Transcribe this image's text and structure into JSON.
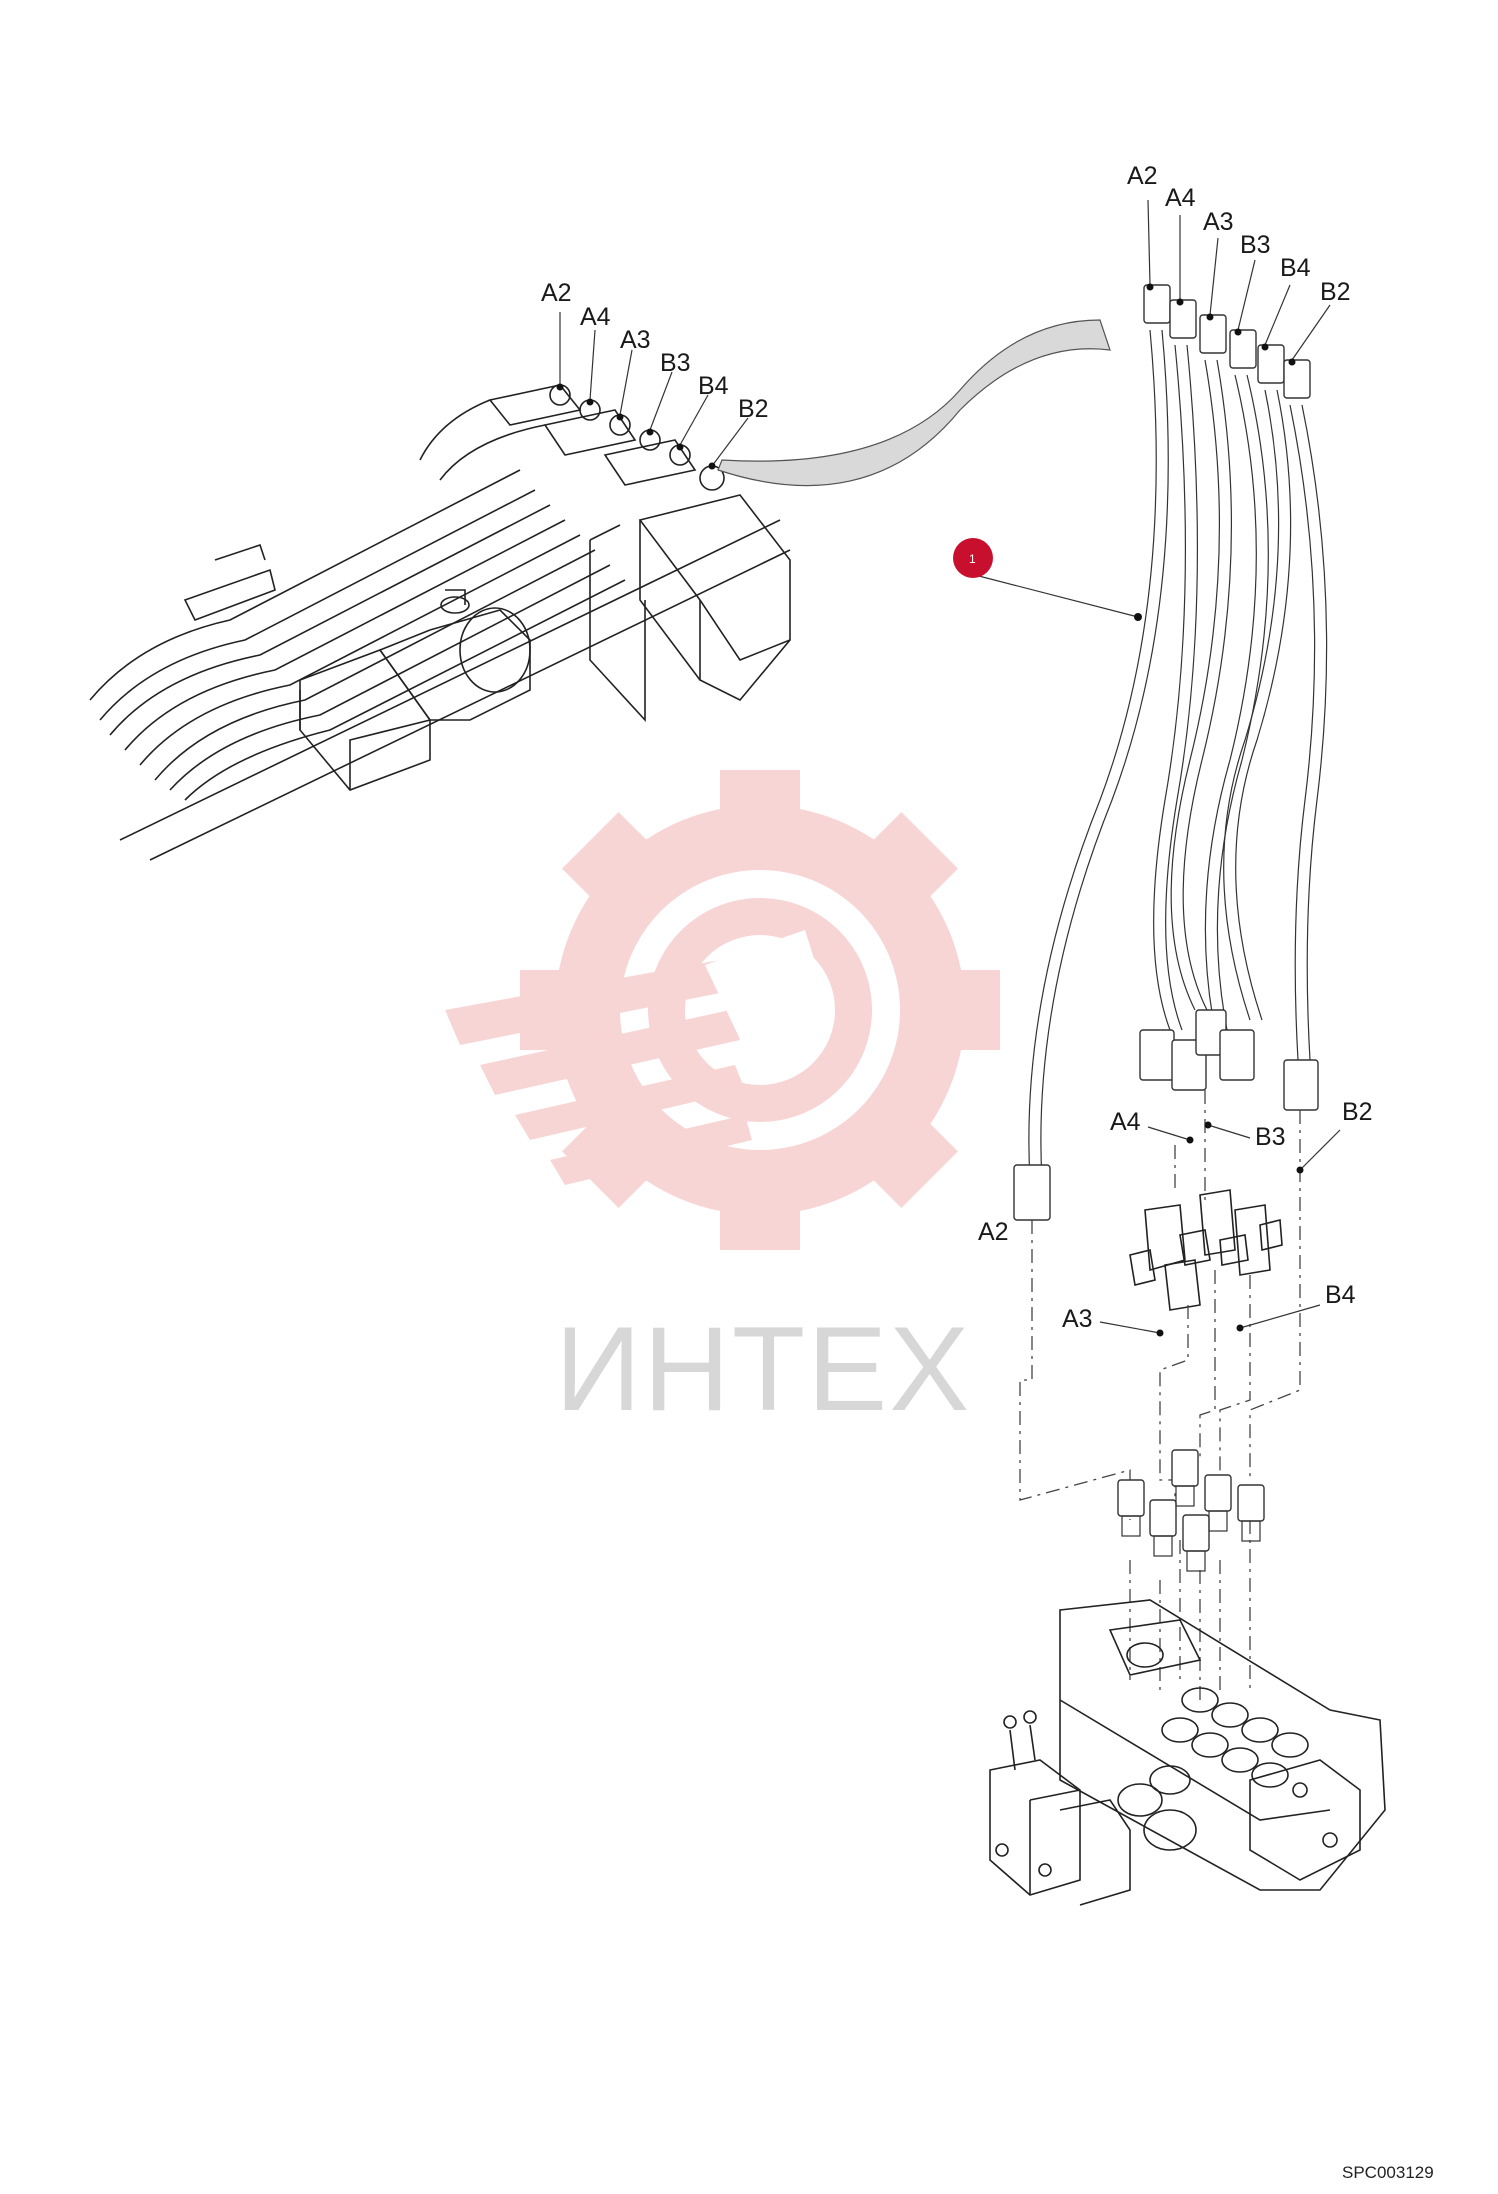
{
  "document_id": "SPC003129",
  "watermark": {
    "text": "ИНТЕХ",
    "color": "#f4b4b4"
  },
  "callout": {
    "number": "1",
    "color": "#c8102e"
  },
  "ports_top_left": [
    "A2",
    "A4",
    "A3",
    "B3",
    "B4",
    "B2"
  ],
  "ports_top_right": [
    "A2",
    "A4",
    "A3",
    "B3",
    "B4",
    "B2"
  ],
  "ports_bottom": {
    "a2": "A2",
    "a4": "A4",
    "b3": "B3",
    "b2": "B2",
    "a3": "A3",
    "b4": "B4"
  }
}
